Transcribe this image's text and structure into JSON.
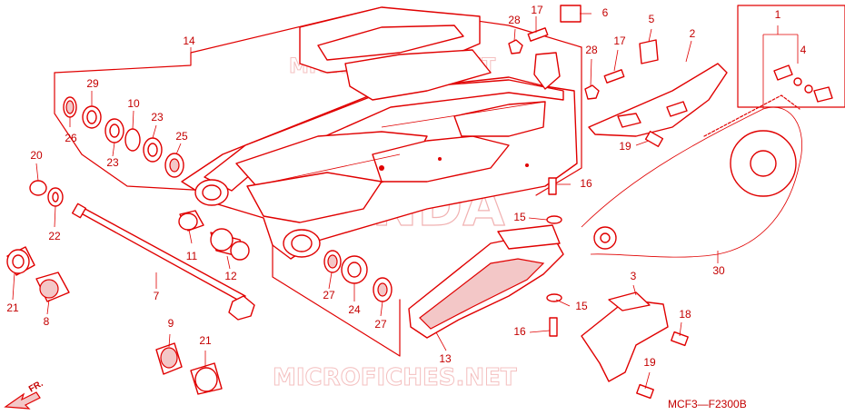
{
  "diagram": {
    "drawing_code": "MCF3—F2300B",
    "direction_marker": "FR.",
    "watermark_brand": "HONDA",
    "watermark_site": "MICROFICHES.NET",
    "part_callouts": [
      {
        "id": "c1",
        "number": "1"
      },
      {
        "id": "c2",
        "number": "2"
      },
      {
        "id": "c3",
        "number": "3"
      },
      {
        "id": "c4",
        "number": "4"
      },
      {
        "id": "c5",
        "number": "5"
      },
      {
        "id": "c6",
        "number": "6"
      },
      {
        "id": "c7",
        "number": "7"
      },
      {
        "id": "c8",
        "number": "8"
      },
      {
        "id": "c9",
        "number": "9"
      },
      {
        "id": "c10",
        "number": "10"
      },
      {
        "id": "c11",
        "number": "11"
      },
      {
        "id": "c12",
        "number": "12"
      },
      {
        "id": "c13",
        "number": "13"
      },
      {
        "id": "c14",
        "number": "14"
      },
      {
        "id": "c15a",
        "number": "15"
      },
      {
        "id": "c15b",
        "number": "15"
      },
      {
        "id": "c16a",
        "number": "16"
      },
      {
        "id": "c16b",
        "number": "16"
      },
      {
        "id": "c17a",
        "number": "17"
      },
      {
        "id": "c17b",
        "number": "17"
      },
      {
        "id": "c18",
        "number": "18"
      },
      {
        "id": "c19a",
        "number": "19"
      },
      {
        "id": "c19b",
        "number": "19"
      },
      {
        "id": "c20",
        "number": "20"
      },
      {
        "id": "c21a",
        "number": "21"
      },
      {
        "id": "c21b",
        "number": "21"
      },
      {
        "id": "c22",
        "number": "22"
      },
      {
        "id": "c23a",
        "number": "23"
      },
      {
        "id": "c23b",
        "number": "23"
      },
      {
        "id": "c24",
        "number": "24"
      },
      {
        "id": "c25",
        "number": "25"
      },
      {
        "id": "c26",
        "number": "26"
      },
      {
        "id": "c27a",
        "number": "27"
      },
      {
        "id": "c27b",
        "number": "27"
      },
      {
        "id": "c28a",
        "number": "28"
      },
      {
        "id": "c28b",
        "number": "28"
      },
      {
        "id": "c29",
        "number": "29"
      },
      {
        "id": "c30",
        "number": "30"
      }
    ]
  }
}
